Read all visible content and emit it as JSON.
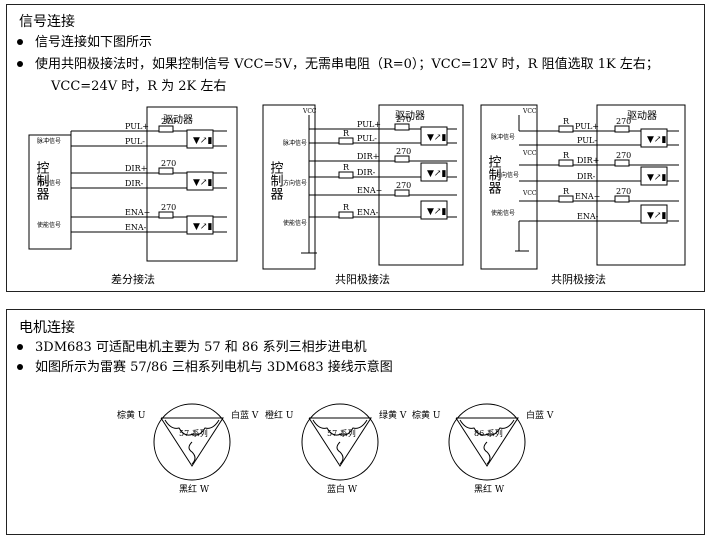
{
  "signal": {
    "title": "信号连接",
    "bullet1": "信号连接如下图所示",
    "bullet2_line1": "使用共阳极接法时，如果控制信号 VCC=5V，无需串电阻（R=0）；VCC=12V 时，R 阻值选取 1K 左右；",
    "bullet2_line2": "VCC=24V 时，R 为 2K 左右",
    "diagrams": {
      "d1": {
        "driver": "驱动器",
        "controller": "控制器",
        "inputs": [
          "脉冲信号",
          "方向信号",
          "使能信号"
        ],
        "pins": [
          "PUL+",
          "PUL-",
          "DIR+",
          "DIR-",
          "ENA+",
          "ENA-"
        ],
        "resistor": "270",
        "caption": "差分接法"
      },
      "d2": {
        "driver": "驱动器",
        "controller": "控制器",
        "vcc": "VCC",
        "r": "R",
        "inputs": [
          "脉冲信号",
          "方向信号",
          "使能信号"
        ],
        "pins": [
          "PUL+",
          "PUL-",
          "DIR+",
          "DIR-",
          "ENA+",
          "ENA-"
        ],
        "resistor": "270",
        "caption": "共阳极接法"
      },
      "d3": {
        "driver": "驱动器",
        "controller": "控制器",
        "vcc": "VCC",
        "r": "R",
        "inputs": [
          "脉冲信号",
          "方向信号",
          "使能信号"
        ],
        "pins": [
          "PUL+",
          "PUL-",
          "DIR+",
          "DIR-",
          "ENA+",
          "ENA-"
        ],
        "resistor": "270",
        "caption": "共阴极接法"
      }
    }
  },
  "motor": {
    "title": "电机连接",
    "bullet1": "3DM683 可适配电机主要为 57 和 86 系列三相步进电机",
    "bullet2": "如图所示为雷赛 57/86 三相系列电机与 3DM683 接线示意图",
    "motors": [
      {
        "top_left": "棕黄 U",
        "top_right": "白蓝 V",
        "bottom": "黑红 W",
        "series": "57 系列"
      },
      {
        "top_left": "橙红 U",
        "top_right": "绿黄 V",
        "bottom": "蓝白 W",
        "series": "57 系列"
      },
      {
        "top_left": "棕黄 U",
        "top_right": "白蓝 V",
        "bottom": "黑红 W",
        "series": "86 系列"
      }
    ]
  }
}
